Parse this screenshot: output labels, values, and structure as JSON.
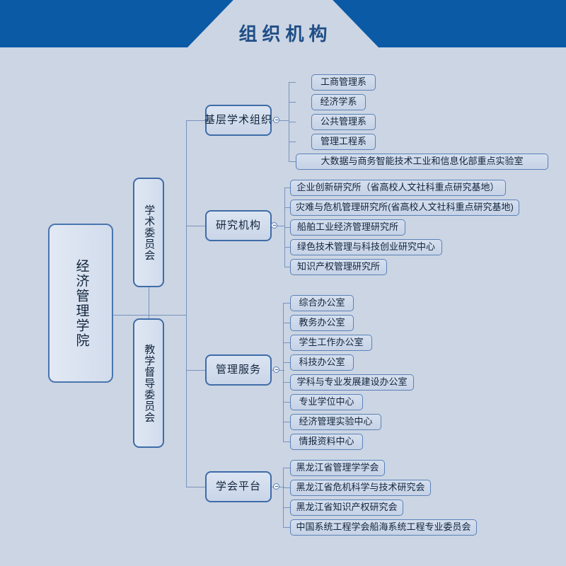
{
  "header": {
    "title": "组织机构",
    "bar_color": "#0b5aa6",
    "title_color": "#1f4e87"
  },
  "theme": {
    "background": "#ccd5e3",
    "node_border": "#4a76b0",
    "node_fill": "#d5dfee",
    "line_color": "#7893be"
  },
  "chart_data": {
    "type": "diagram",
    "root": "经济管理学院",
    "committees": [
      {
        "label": "学术委员会"
      },
      {
        "label": "教学督导委员会"
      }
    ],
    "categories": [
      {
        "label": "基层学术组织",
        "toggle": "collapse-minus",
        "children": [
          "工商管理系",
          "经济学系",
          "公共管理系",
          "管理工程系",
          "大数据与商务智能技术工业和信息化部重点实验室"
        ]
      },
      {
        "label": "研究机构",
        "toggle": "collapse-minus",
        "children": [
          "企业创新研究所（省高校人文社科重点研究基地）",
          "灾难与危机管理研究所(省高校人文社科重点研究基地)",
          "船舶工业经济管理研究所",
          "绿色技术管理与科技创业研究中心",
          "知识产权管理研究所"
        ]
      },
      {
        "label": "管理服务",
        "toggle": "collapse-minus",
        "children": [
          "综合办公室",
          "教务办公室",
          "学生工作办公室",
          "科技办公室",
          "学科与专业发展建设办公室",
          "专业学位中心",
          "经济管理实验中心",
          "情报资料中心"
        ]
      },
      {
        "label": "学会平台",
        "toggle": "collapse-minus",
        "children": [
          "黑龙江省管理学学会",
          "黑龙江省危机科学与技术研究会",
          "黑龙江省知识产权研究会",
          "中国系统工程学会船海系统工程专业委员会"
        ]
      }
    ]
  }
}
